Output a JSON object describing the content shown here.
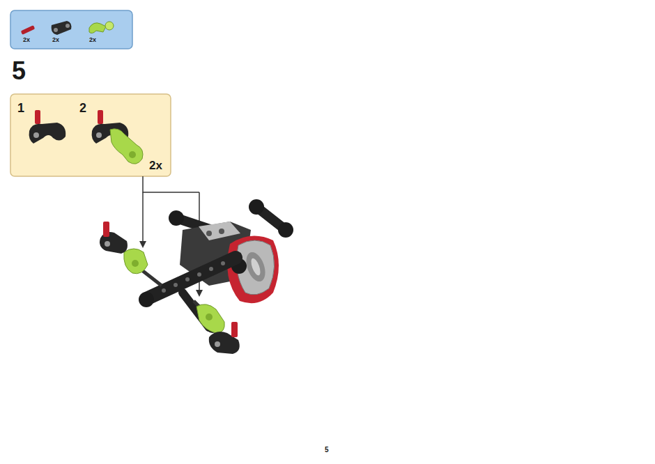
{
  "diagram": {
    "nodes": [
      {
        "text": [
          "2x",
          "2x",
          "2x"
        ]
      },
      {
        "text": [
          "1",
          "2",
          "2x"
        ]
      }
    ],
    "labels": [
      "5",
      "5"
    ]
  }
}
